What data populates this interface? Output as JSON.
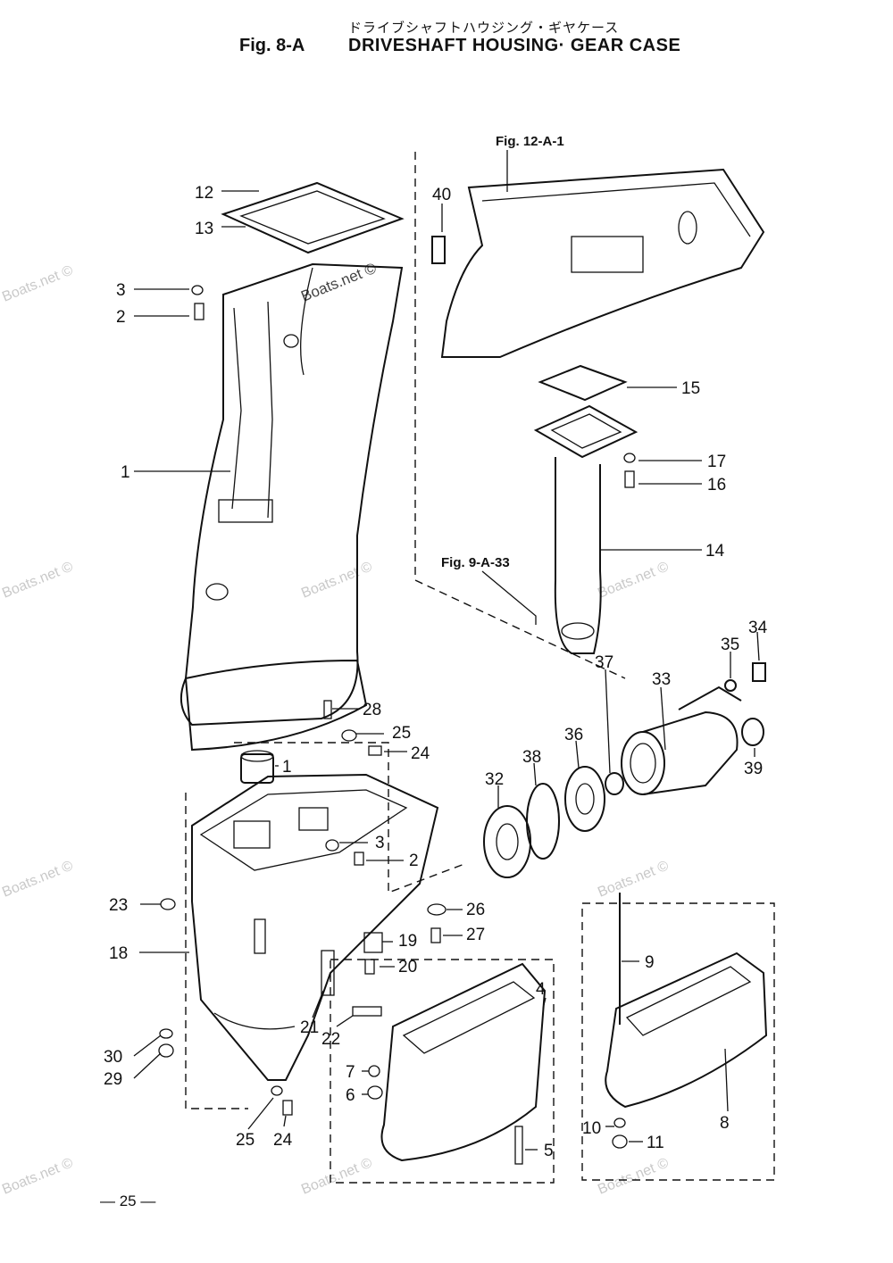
{
  "header": {
    "japanese_title": "ドライブシャフトハウジング・ギヤケース",
    "figure_number": "Fig. 8-A",
    "title": "DRIVESHAFT HOUSING· GEAR CASE"
  },
  "references": {
    "ref_upper_cover": "Fig. 12-A-1",
    "ref_exhaust": "Fig. 9-A-33"
  },
  "watermark": "Boats.net ©",
  "callouts": {
    "c1_top": "1",
    "c1_bottom": "1",
    "c2_top": "2",
    "c2_bottom": "2",
    "c3_top": "3",
    "c3_bottom": "3",
    "c4": "4",
    "c5": "5",
    "c6": "6",
    "c7": "7",
    "c8": "8",
    "c9": "9",
    "c10": "10",
    "c11": "11",
    "c12": "12",
    "c13": "13",
    "c14": "14",
    "c15": "15",
    "c16": "16",
    "c17": "17",
    "c18": "18",
    "c19": "19",
    "c20": "20",
    "c21": "21",
    "c22": "22",
    "c23": "23",
    "c24_upper": "24",
    "c24_lower": "24",
    "c25_upper": "25",
    "c25_lower": "25",
    "c26": "26",
    "c27": "27",
    "c28": "28",
    "c29": "29",
    "c30": "30",
    "c32": "32",
    "c33": "33",
    "c34": "34",
    "c35": "35",
    "c36": "36",
    "c37": "37",
    "c38": "38",
    "c39": "39",
    "c40": "40"
  },
  "footer": {
    "page_number": "— 25 —"
  }
}
